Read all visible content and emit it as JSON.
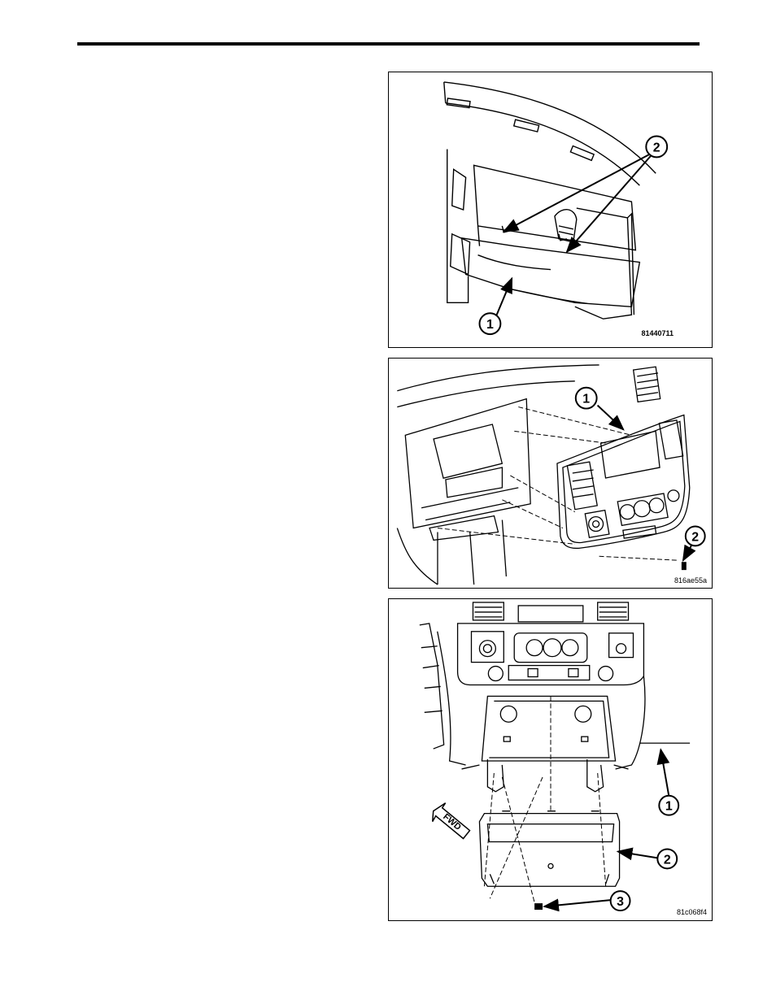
{
  "figures": [
    {
      "id": "81440711",
      "callouts": [
        "1",
        "2"
      ]
    },
    {
      "id": "816ae55a",
      "callouts": [
        "1",
        "2"
      ]
    },
    {
      "id": "81c068f4",
      "callouts": [
        "1",
        "2",
        "3"
      ],
      "direction_label": "FWD"
    }
  ]
}
